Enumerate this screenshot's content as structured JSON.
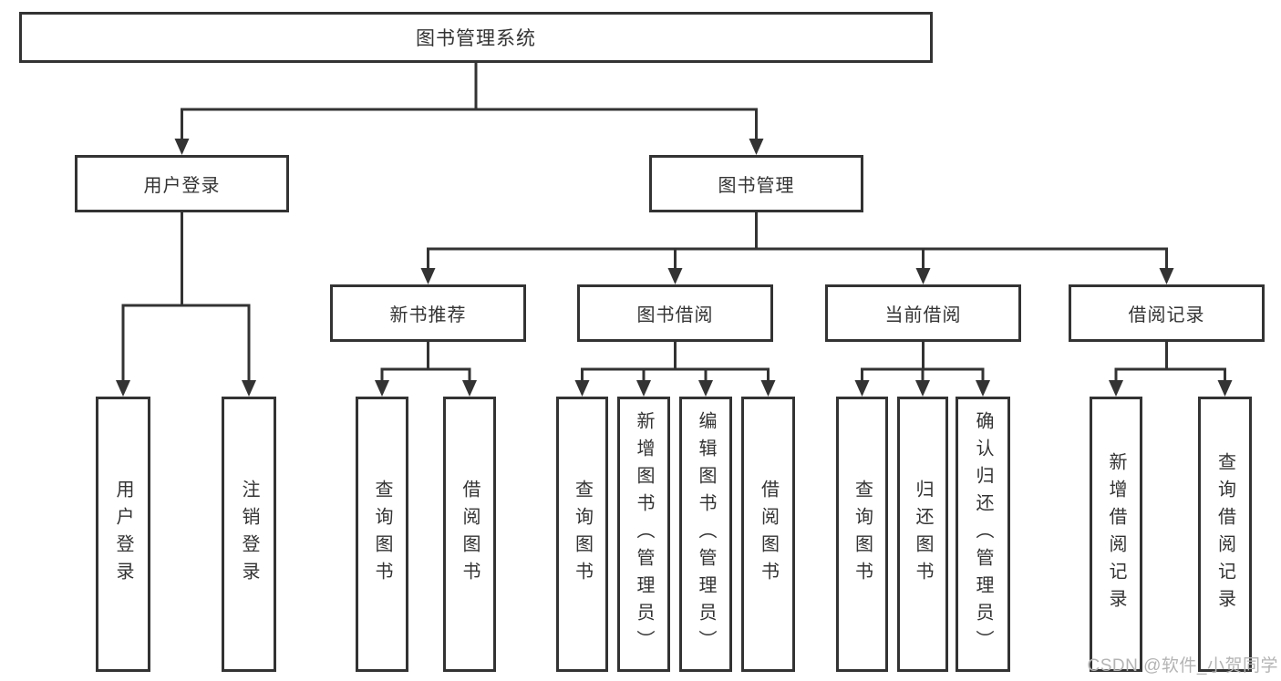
{
  "diagram": {
    "type": "function-structure-tree",
    "root": {
      "label": "图书管理系统"
    },
    "branches": [
      {
        "label": "用户登录",
        "children": [
          {
            "label": "用户登录"
          },
          {
            "label": "注销登录"
          }
        ]
      },
      {
        "label": "图书管理",
        "children": [
          {
            "label": "新书推荐",
            "children": [
              {
                "label": "查询图书"
              },
              {
                "label": "借阅图书"
              }
            ]
          },
          {
            "label": "图书借阅",
            "children": [
              {
                "label": "查询图书"
              },
              {
                "label": "新增图书（管理员）"
              },
              {
                "label": "编辑图书（管理员）"
              },
              {
                "label": "借阅图书"
              }
            ]
          },
          {
            "label": "当前借阅",
            "children": [
              {
                "label": "查询图书"
              },
              {
                "label": "归还图书"
              },
              {
                "label": "确认归还（管理员）"
              }
            ]
          },
          {
            "label": "借阅记录",
            "children": [
              {
                "label": "新增借阅记录"
              },
              {
                "label": "查询借阅记录"
              }
            ]
          }
        ]
      }
    ]
  },
  "watermark": {
    "text": "CSDN @软件_小贺同学"
  },
  "theme": {
    "line_color": "#333333",
    "text_color": "#333333",
    "background_color": "#ffffff",
    "watermark_color": "#b4b4b4"
  }
}
